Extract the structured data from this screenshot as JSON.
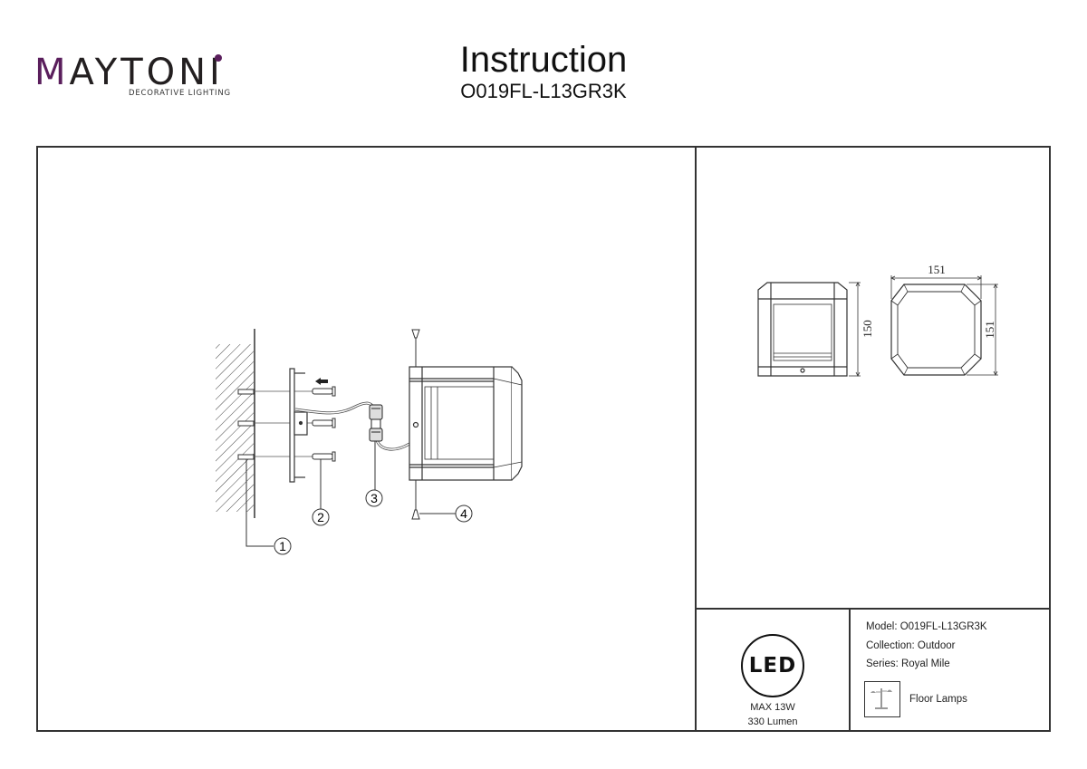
{
  "brand": {
    "name": "MAYTONI",
    "name_first_letter": "M",
    "name_rest": "AYTONI",
    "tagline": "DECORATIVE LIGHTING",
    "accent_color": "#5a1e5c"
  },
  "header": {
    "title": "Instruction",
    "model_code": "O019FL-L13GR3K"
  },
  "installation_diagram": {
    "callouts": [
      "1",
      "2",
      "3",
      "4"
    ],
    "icons": [
      "wall-hatch",
      "wall-plugs",
      "mounting-bracket",
      "screws",
      "cable",
      "waterproof-connector",
      "lamp-body",
      "fixing-screws",
      "direction-arrow"
    ]
  },
  "dimensions": {
    "height": "150",
    "width": "151",
    "depth": "151",
    "unit": "mm"
  },
  "specs": {
    "led_label": "LED",
    "max_power": "MAX 13W",
    "lumen": "330 Lumen"
  },
  "info": {
    "model": "Model: O019FL-L13GR3K",
    "collection": "Collection: Outdoor",
    "series": "Series: Royal Mile",
    "category": "Floor Lamps"
  }
}
